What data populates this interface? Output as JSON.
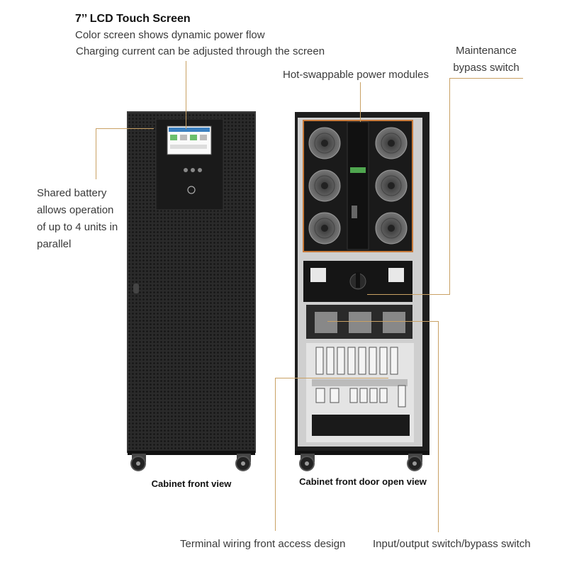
{
  "callouts": {
    "lcd": {
      "title": "7’’ LCD Touch Screen",
      "line1": "Color screen shows dynamic power flow",
      "line2": "Charging current can be adjusted through the screen"
    },
    "modules": "Hot-swappable power modules",
    "bypass": {
      "line1": "Maintenance",
      "line2": "bypass switch"
    },
    "battery": {
      "line1": "Shared battery",
      "line2": "allows operation",
      "line3": "of up to 4 units in",
      "line4": "parallel"
    },
    "terminal": "Terminal wiring front access design",
    "io_switch": "Input/output switch/bypass switch"
  },
  "captions": {
    "front": "Cabinet front view",
    "open": "Cabinet front door open view"
  },
  "colors": {
    "leader_line": "#c9a164",
    "cabinet": "#1e1e1e",
    "module_highlight": "#c87a3a"
  }
}
